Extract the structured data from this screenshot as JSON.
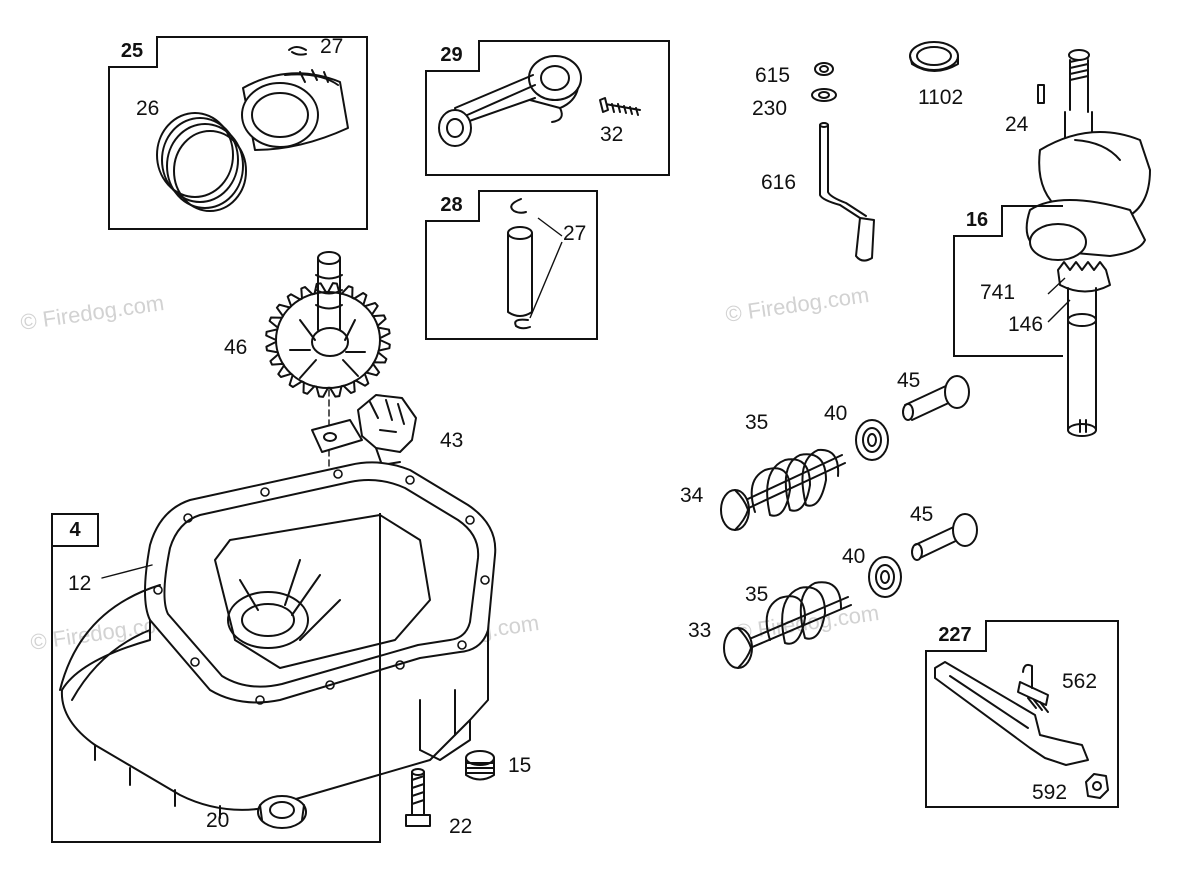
{
  "watermark": "© Firedog.com",
  "groups": {
    "g25": "25",
    "g29": "29",
    "g28": "28",
    "g16": "16",
    "g4": "4",
    "g227": "227"
  },
  "parts": {
    "p27a": "27",
    "p26": "26",
    "p32": "32",
    "p27b": "27",
    "p46": "46",
    "p43": "43",
    "p12": "12",
    "p15": "15",
    "p20": "20",
    "p22": "22",
    "p615": "615",
    "p230": "230",
    "p1102": "1102",
    "p24": "24",
    "p616": "616",
    "p741": "741",
    "p146": "146",
    "p45a": "45",
    "p40a": "40",
    "p35a": "35",
    "p34": "34",
    "p45b": "45",
    "p40b": "40",
    "p35b": "35",
    "p33": "33",
    "p562": "562",
    "p592": "592"
  }
}
